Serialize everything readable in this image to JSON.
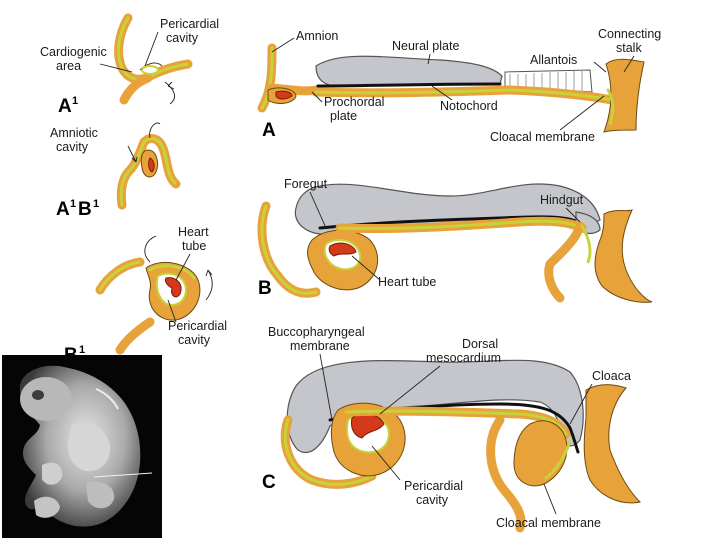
{
  "panel_letters": {
    "a1": "A",
    "a1_sup": "1",
    "a1b1_a": "A",
    "a1b1_a_sup": "1",
    "a1b1_b": "B",
    "a1b1_b_sup": "1",
    "b1": "B",
    "b1_sup": "1",
    "a": "A",
    "b": "B",
    "c": "C"
  },
  "labels": {
    "pericardial_cavity_top": [
      "Pericardial",
      "cavity"
    ],
    "cardiogenic_area": [
      "Cardiogenic",
      "area"
    ],
    "amniotic_cavity": [
      "Amniotic",
      "cavity"
    ],
    "heart_tube_left": [
      "Heart",
      "tube"
    ],
    "pericardial_cavity_left": [
      "Pericardial",
      "cavity"
    ],
    "amnion": "Amnion",
    "neural_plate": "Neural plate",
    "connecting_stalk": [
      "Connecting",
      "stalk"
    ],
    "allantois": "Allantois",
    "prochordal_plate": [
      "Prochordal",
      "plate"
    ],
    "notochord": "Notochord",
    "cloacal_membrane_a": "Cloacal membrane",
    "foregut": "Foregut",
    "hindgut": "Hindgut",
    "heart_tube_b": "Heart tube",
    "buccopharyngeal_membrane": [
      "Buccopharyngeal",
      "membrane"
    ],
    "dorsal_mesocardium": [
      "Dorsal",
      "mesocardium"
    ],
    "cloaca": "Cloaca",
    "pericardial_cavity_c": [
      "Pericardial",
      "cavity"
    ],
    "cloacal_membrane_c": "Cloacal membrane"
  },
  "colors": {
    "tissue": "#e8a23a",
    "neural_tissue": "#c4c6cc",
    "heart": "#d43a1a",
    "ectoderm_dots": "#c8d23a"
  }
}
